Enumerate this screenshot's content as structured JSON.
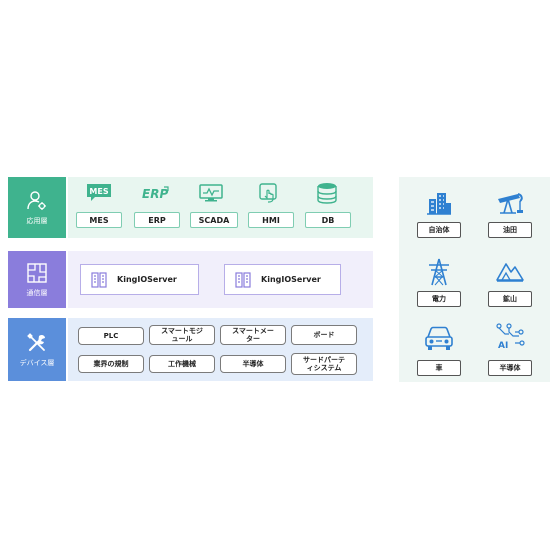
{
  "layers": {
    "app": {
      "label": "応用層",
      "icon": "user-gear-icon"
    },
    "net": {
      "label": "通信層",
      "icon": "network-map-icon"
    },
    "dev": {
      "label": "デバイス層",
      "icon": "tools-icon"
    }
  },
  "app_items": [
    {
      "label": "MES",
      "icon": "mes-chat-icon"
    },
    {
      "label": "ERP",
      "icon": "erp-logo-icon"
    },
    {
      "label": "SCADA",
      "icon": "monitor-chart-icon"
    },
    {
      "label": "HMI",
      "icon": "touch-screen-icon"
    },
    {
      "label": "DB",
      "icon": "database-icon"
    }
  ],
  "net_items": [
    {
      "label": "KingIOServer",
      "icon": "server-icon"
    },
    {
      "label": "KingIOServer",
      "icon": "server-icon"
    }
  ],
  "dev_items": [
    "PLC",
    "スマートモジ\nュール",
    "スマートメー\nター",
    "ボード",
    "業界の規制",
    "工作機械",
    "半導体",
    "サードパーテ\nィシステム"
  ],
  "industries": [
    {
      "label": "自治体",
      "icon": "city-building-icon"
    },
    {
      "label": "油田",
      "icon": "oil-pump-icon"
    },
    {
      "label": "電力",
      "icon": "power-tower-icon"
    },
    {
      "label": "鉱山",
      "icon": "mountain-icon"
    },
    {
      "label": "車",
      "icon": "car-icon"
    },
    {
      "label": "半導体",
      "icon": "ai-chip-icon"
    }
  ],
  "colors": {
    "app_accent": "#3fb38e",
    "net_accent": "#8a7ddc",
    "dev_accent": "#5b8fdb",
    "icon_blue": "#2f80d1"
  }
}
